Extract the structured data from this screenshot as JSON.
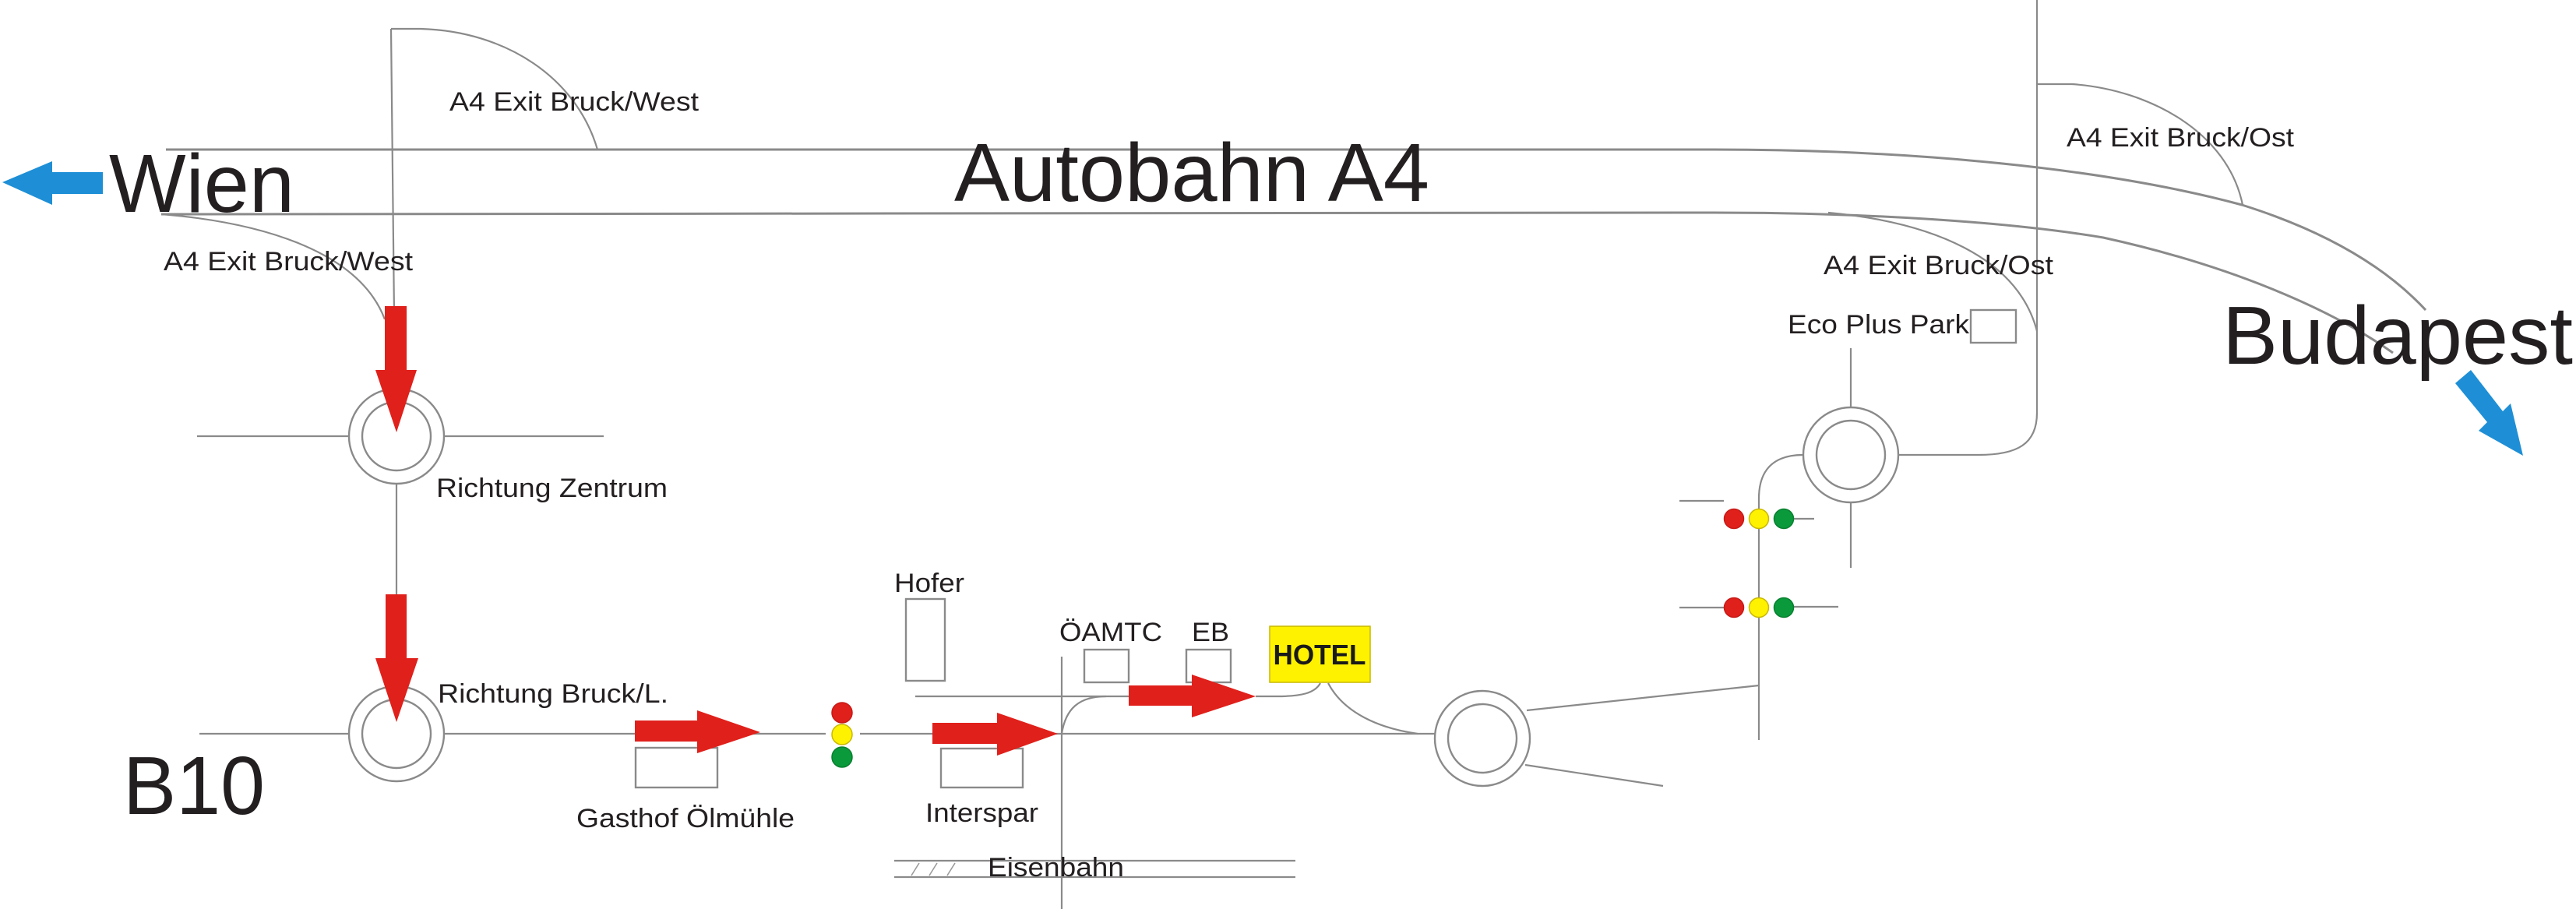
{
  "map": {
    "title_highway": "Autobahn A4",
    "destinations": {
      "west": "Wien",
      "east": "Budapest"
    },
    "road_b10": "B10",
    "exits": {
      "west_upper": "A4 Exit Bruck/West",
      "west_lower": "A4 Exit Bruck/West",
      "east_upper": "A4 Exit Bruck/Ost",
      "east_lower": "A4 Exit Bruck/Ost"
    },
    "directions": {
      "zentrum": "Richtung Zentrum",
      "bruck": "Richtung Bruck/L."
    },
    "landmarks": {
      "gasthof": "Gasthof Ölmühle",
      "hofer": "Hofer",
      "interspar": "Interspar",
      "oeamtc": "ÖAMTC",
      "eb": "EB",
      "hotel": "HOTEL",
      "eco_plus_park": "Eco Plus Park",
      "railway": "Eisenbahn"
    },
    "colors": {
      "route_arrow": "#e0201b",
      "destination_arrow": "#1e8fd6",
      "hotel_badge": "#fff200",
      "traffic_red": "#e0201b",
      "traffic_yellow": "#fff200",
      "traffic_green": "#0a9a3c"
    },
    "icons": {
      "route": "red-route-arrow",
      "destination": "blue-direction-arrow",
      "roundabout": "roundabout-ring",
      "traffic_light": "traffic-light-icon"
    }
  }
}
